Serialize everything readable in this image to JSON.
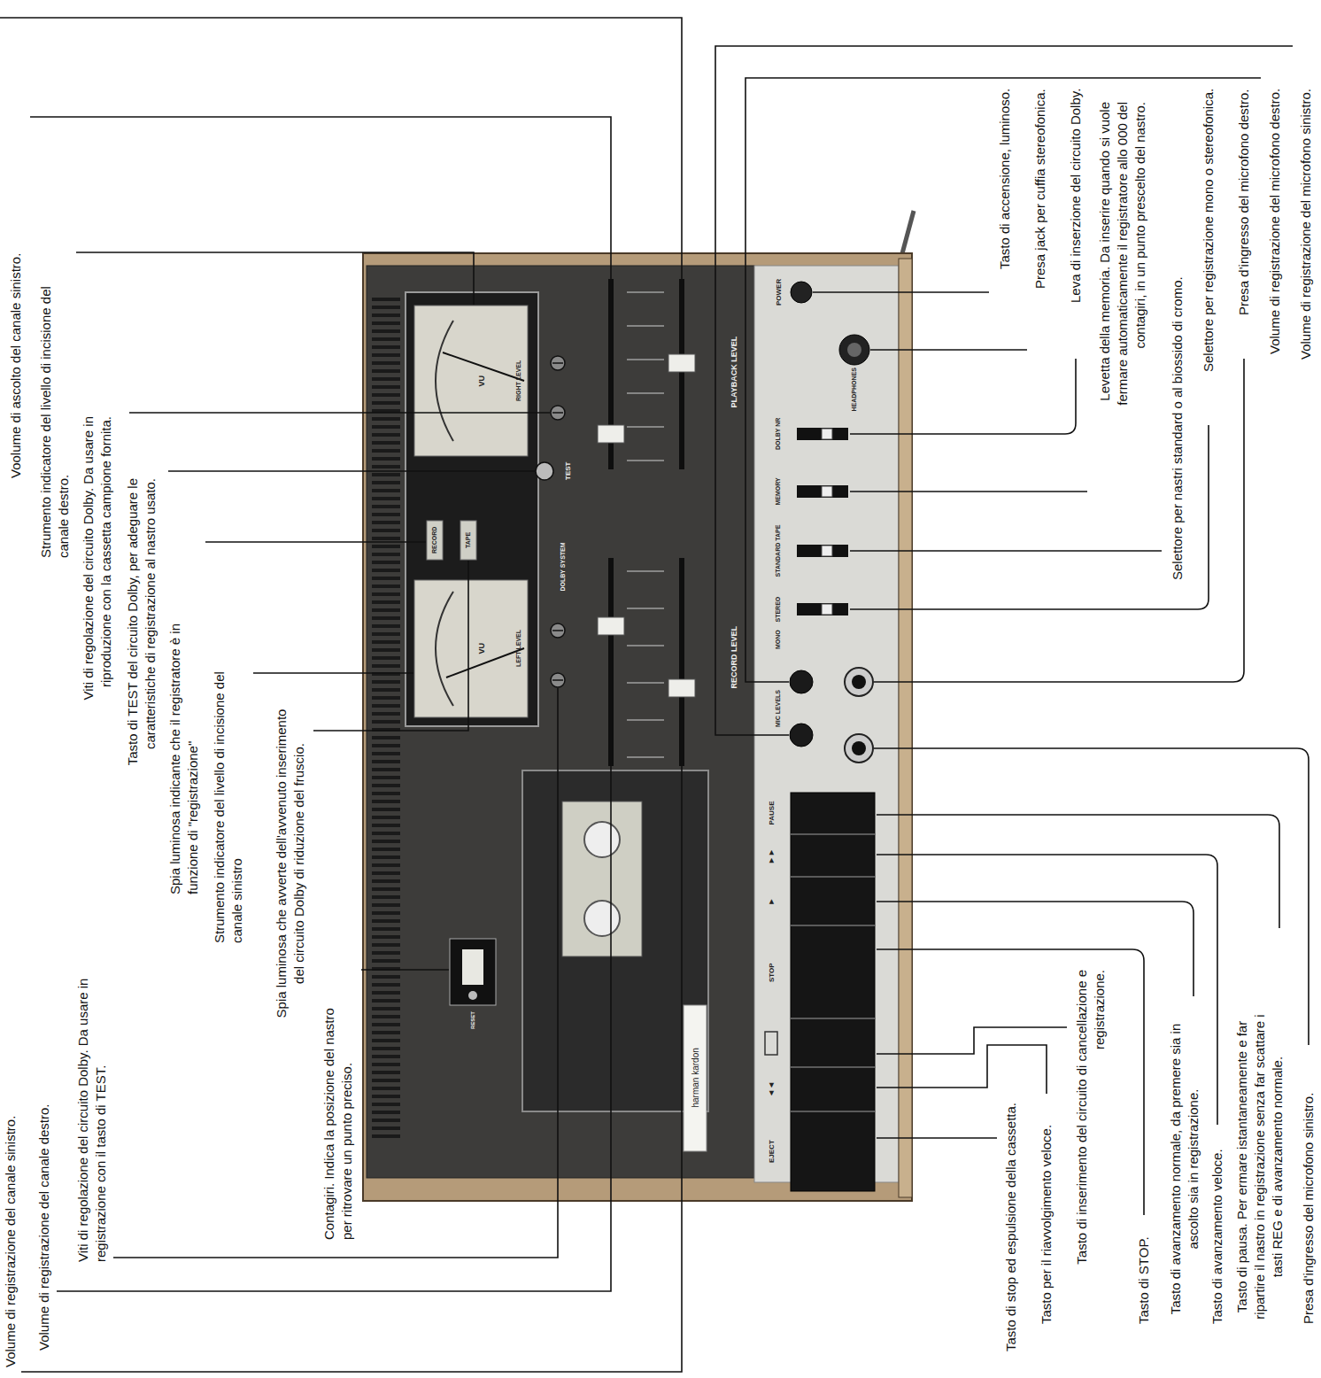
{
  "diagram": {
    "labels": [
      "Volume di registrazione del canale sinistro.",
      "Volume di registrazione del canale destro.",
      "Viti di regolazione del circuito Dolby. Da usare in registrazione con il tasto di TEST.",
      "Contagiri. Indica la posizione del nastro per ritrovare un punto preciso.",
      "Spia luminosa che avverte dell'avvenuto inserimento del circuito Dolby di riduzione del fruscio.",
      "Strumento indicatore del livello di incisione del canale sinistro",
      "Spia luminosa indicante che il registratore è in funzione di \"registrazione\"",
      "Tasto di TEST del circuito Dolby, per adeguare le caratteristiche di registrazione al nastro usato.",
      "Viti di regolazione del circuito Dolby. Da usare in riproduzione con la cassetta campione fornita.",
      "Strumento indicatore del livello di incisione del canale destro.",
      "Voolume di ascolto del canale sinistro.",
      "Tasto di accensione, luminoso.",
      "Presa jack per cuffia stereofonica.",
      "Leva di inserzione del circuito Dolby.",
      "Levetta della memoria. Da inserire quando si vuole fermare automaticamente il registratore allo 000 del contagiri, in un punto prescelto del nastro.",
      "Selettore per nastri standard o al biossido di cromo.",
      "Selettore per registrazione mono o stereofonica.",
      "Presa d'ingresso del microfono destro.",
      "Volume di registrazione del microfono destro.",
      "Volume di registrazione del microfono sinistro.",
      "Presa d'ingresso del microfono sinistro.",
      "Tasto di pausa. Per ermare istantaneamente e far ripartire il nastro in registrazione senza far scattare i tasti REG e di avanzamento normale.",
      "Tasto di avanzamento veloce.",
      "Tasto di avanzamento normale, da premere sia in ascolto sia in registrazione.",
      "Tasto di STOP.",
      "Tasto di inserimento del circuito di cancellazione e registrazione.",
      "Tasto per il riavvolgimento veloce.",
      "Tasto di stop ed espulsione della cassetta.",
      "PLAYBACK LEVEL",
      "RECORD LEVEL",
      "RIGHT LEVEL",
      "VU",
      "LEFT LEVEL",
      "VU",
      "RECORD",
      "TAPE",
      "TEST",
      "DOLBY SYSTEM",
      "POWER",
      "HEADPHONES",
      "DOLBY NR",
      "MEMORY",
      "STANDARD TAPE",
      "STEREO",
      "MONO",
      "MIC LEVELS",
      "PAUSE",
      "►►",
      "►",
      "STOP",
      "◄◄",
      "EJECT",
      "RESET",
      "harman kardon"
    ]
  }
}
